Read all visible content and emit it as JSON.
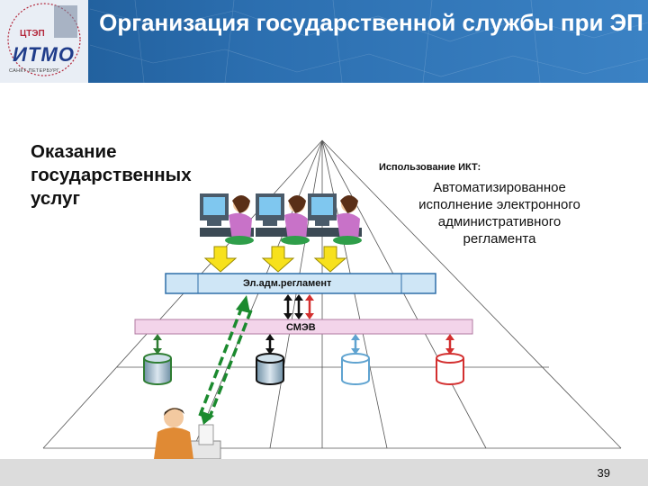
{
  "slide": {
    "title": "Организация государственной службы при ЭП",
    "logo_text": "ИТМО",
    "logo_small_text": "ЦТЭП",
    "logo_city": "САНКТ-ПЕТЕРБУРГ",
    "left_heading_lines": [
      "Оказание",
      "государственных",
      "услуг"
    ],
    "ikt_title": "Использование ИКТ:",
    "ikt_desc_lines": [
      "Автоматизированное",
      "исполнение электронного",
      "административного",
      "регламента"
    ],
    "bar_regulation_label": "Эл.адм.регламент",
    "bar_smev_label": "СМЭВ",
    "page_number": "39"
  },
  "colors": {
    "header_blue": "#2c6fb0",
    "reg_bar_fill": "#cfe6f6",
    "reg_bar_border": "#2f6ea8",
    "smev_bar_fill": "#f3d4ea",
    "db_colors": [
      "#2e7d32",
      "#111111",
      "#5fa3d0",
      "#d32f2f"
    ],
    "arrow_yellow": "#f7e11c",
    "dashed_arrow": "#1b8a2e"
  },
  "icons": [
    "operator-person-icon",
    "database-icon",
    "citizen-person-icon",
    "yellow-down-arrow-icon"
  ]
}
